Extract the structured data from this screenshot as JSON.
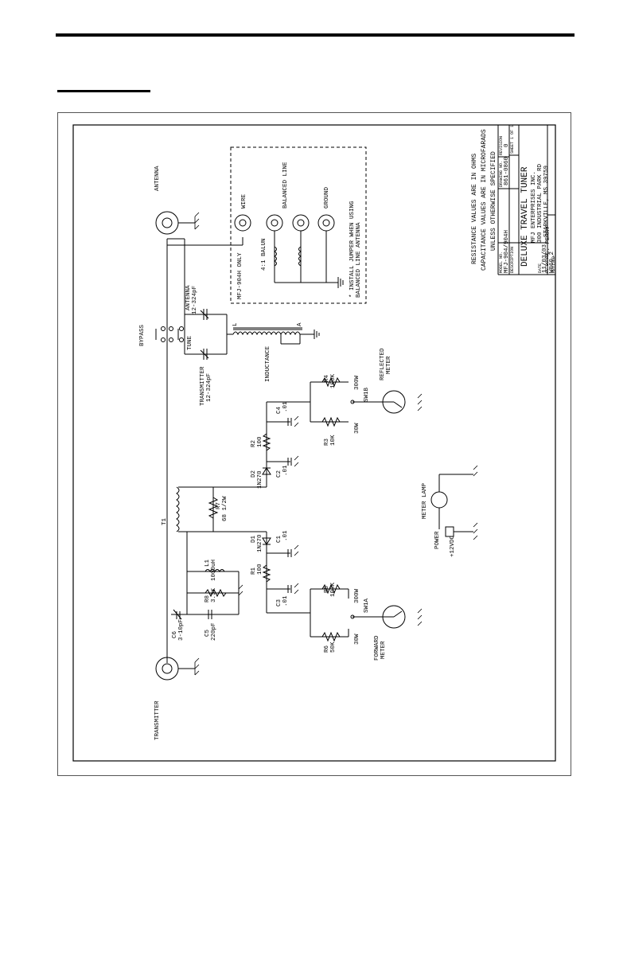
{
  "components": {
    "transmitter": "TRANSMITTER",
    "antenna": "ANTENNA",
    "bypass": "BYPASS",
    "tune": "TUNE",
    "cap_tx": [
      "TRANSMITTER",
      "12-324pF"
    ],
    "cap_ant": [
      "ANTENNA",
      "12-324pF"
    ],
    "inductance": "INDUCTANCE",
    "ind_l": "L",
    "ind_a": "A",
    "c6": [
      "C6",
      "3-10pF"
    ],
    "c5": [
      "C5",
      "220pF"
    ],
    "r8": [
      "R8",
      "3.3K"
    ],
    "l1": [
      "L1",
      "1000uH"
    ],
    "t1": "T1",
    "r7": [
      "R7",
      "68 1/2W"
    ],
    "d1": [
      "D1",
      "1N270"
    ],
    "d2": [
      "D2",
      "1N270"
    ],
    "c1": [
      "C1",
      ".01"
    ],
    "c2": [
      "C2",
      ".01"
    ],
    "c3": [
      "C3",
      ".01"
    ],
    "c4": [
      "C4",
      ".01"
    ],
    "r1": [
      "R1",
      "100"
    ],
    "r2": [
      "R2",
      "100"
    ],
    "r5": [
      "R5",
      "100K"
    ],
    "r6": [
      "R6",
      "50K"
    ],
    "r4": [
      "R4",
      "100K"
    ],
    "r3": [
      "R3",
      "10K"
    ],
    "sw1a": "SW1A",
    "sw1b": "SW1B",
    "w300": "300W",
    "w30": "30W",
    "fwd_meter": [
      "FORWARD",
      "METER"
    ],
    "ref_meter": [
      "REFLECTED",
      "METER"
    ],
    "meter_lamp": "METER LAMP",
    "power": "POWER",
    "v12": "+12VDC"
  },
  "balun_box": {
    "title": "MFJ-904H ONLY",
    "balun": "4:1 BALUN",
    "wire": "WIRE",
    "balanced": "BALANCED LINE",
    "ground": "GROUND",
    "note": [
      "* INSTALL JUMPER WHEN USING",
      "BALANCED LINE ANTENNA"
    ]
  },
  "notes": [
    "RESISTANCE VALUES ARE IN OHMS",
    "CAPACITANCE VALUES ARE IN MICROFARADS",
    "UNLESS OTHERWISE SPECIFIED"
  ],
  "title_block": {
    "model_hdr": "MODEL NO.",
    "model": "MFJ-904/904H",
    "drawing_hdr": "DRAWING NO.",
    "drawing": "861-0860",
    "rev_hdr": "REVISION",
    "rev": "0",
    "sheet": "SHEET 1 OF 1",
    "desc_hdr": "DESCRIPTION",
    "title": "DELUXE TRAVEL TUNER",
    "date_hdr": "DATE",
    "date": "11/03/03",
    "pc_hdr": "PC BOARD",
    "pc": "W860_2",
    "drawn_hdr": "DRAWN BY",
    "drawn": "C. PERRY",
    "revised_hdr": "REVISED",
    "company": [
      "MFJ ENTERPRISES INC.",
      "300 INDUSTRIAL PARK RD",
      "STARKVILLE, MS 39759"
    ]
  }
}
